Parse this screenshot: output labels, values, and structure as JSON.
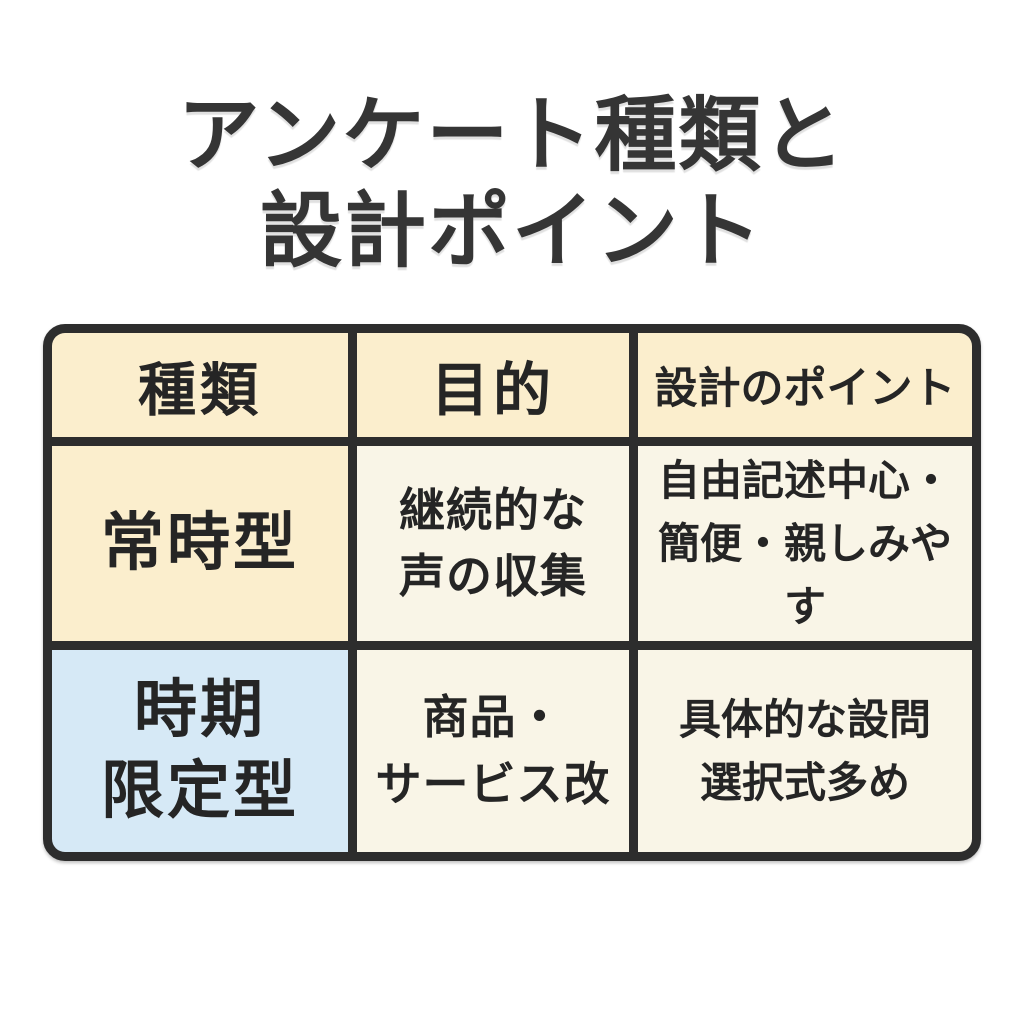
{
  "title": {
    "line1": "アンケート種類と",
    "line2": "設計ポイント"
  },
  "table": {
    "headers": {
      "type": "種類",
      "purpose": "目的",
      "points": "設計のポイント"
    },
    "rows": [
      {
        "type": {
          "line1": "常時型",
          "line2": ""
        },
        "purpose": {
          "line1": "継続的な",
          "line2": "声の収集"
        },
        "points": {
          "line1": "自由記述中心・",
          "line2": "簡便・親しみやす"
        }
      },
      {
        "type": {
          "line1": "時期",
          "line2": "限定型"
        },
        "purpose": {
          "line1": "商品・",
          "line2": "サービス改"
        },
        "points": {
          "line1": "具体的な設問",
          "line2": "選択式多め"
        }
      }
    ]
  },
  "colors": {
    "background": "#FFFFFF",
    "header_and_always_cell": "#FBEECD",
    "body_cell": "#F9F5E7",
    "limited_cell": "#D6E9F6",
    "border": "#2D2D2D",
    "text": "#252525",
    "title_text": "#353535"
  }
}
